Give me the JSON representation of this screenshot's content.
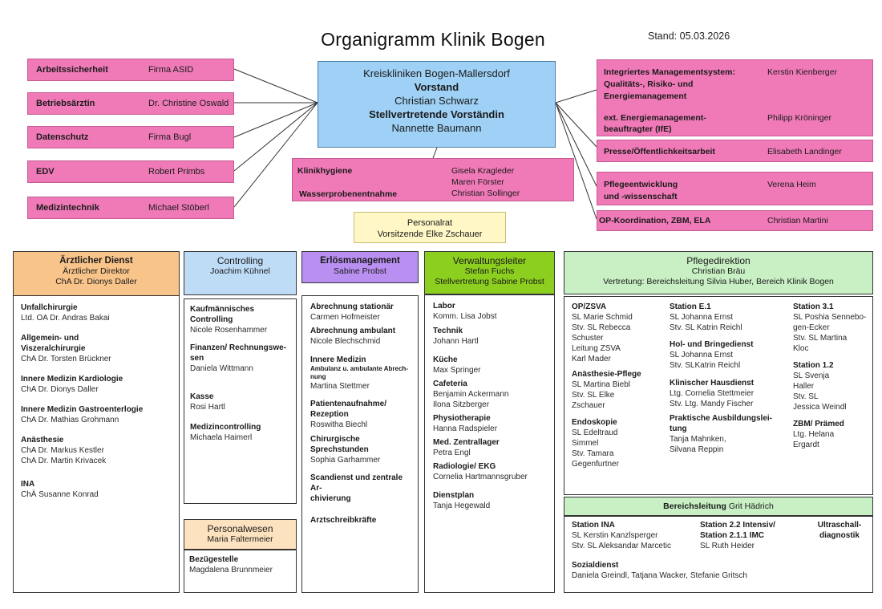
{
  "title": "Organigramm Klinik Bogen",
  "stand": "Stand: 05.03.2026",
  "left_boxes": [
    {
      "label": "Arbeitssicherheit",
      "name": "Firma ASID"
    },
    {
      "label": "Betriebsärztin",
      "name": "Dr. Christine Oswald"
    },
    {
      "label": "Datenschutz",
      "name": "Firma Bugl"
    },
    {
      "label": "EDV",
      "name": "Robert Primbs"
    },
    {
      "label": "Medizintechnik",
      "name": "Michael Stöberl"
    }
  ],
  "center": {
    "line1": "Kreiskliniken Bogen-Mallersdorf",
    "line2": "Vorstand",
    "line3": "Christian Schwarz",
    "line4": "Stellvertretende Vorständin",
    "line5": "Nannette Baumann"
  },
  "klinikhygiene": {
    "label1": "Klinikhygiene",
    "label2": "Wasserprobenentnahme",
    "name1": "Gisela Kragleder",
    "name2": "Maren Förster",
    "name3": "Christian Sollinger"
  },
  "personalrat": {
    "title": "Personalrat",
    "name": "Vorsitzende Elke Zschauer"
  },
  "right_boxes": {
    "ims_label": "Integriertes Managementsystem:",
    "ims_sub1": "Qualitäts-, Risiko- und",
    "ims_sub2": "Energiemanagement",
    "ims_name": "Kerstin Kienberger",
    "energie_label1": "ext. Energiemanagement-",
    "energie_label2": "beauftragter (IfE)",
    "energie_name": "Philipp Kröninger",
    "presse_label": "Presse/Öffentlichkeitsarbeit",
    "presse_name": "Elisabeth Landinger",
    "pflege_label1": "Pflegeentwicklung",
    "pflege_label2": "und -wissenschaft",
    "pflege_name": "Verena Heim",
    "op_label": "OP-Koordination, ZBM, ELA",
    "op_name": "Christian Martini"
  },
  "aerztlich": {
    "title": "Ärztlicher Dienst",
    "sub1": "Ärztlicher Direktor",
    "sub2": "ChA Dr. Dionys Daller",
    "sections": [
      {
        "h1": "Unfallchirurgie",
        "h2": "",
        "v1": "Ltd. OA Dr. Andras Bakai",
        "v2": ""
      },
      {
        "h1": "Allgemein- und",
        "h2": "Viszeralchirurgie",
        "v1": "ChA Dr. Torsten   Brückner",
        "v2": ""
      },
      {
        "h1": "Innere Medizin Kardiologie",
        "h2": "",
        "v1": "ChA Dr. Dionys Daller",
        "v2": ""
      },
      {
        "h1": "Innere Medizin Gastroenterlogie",
        "h2": "",
        "v1": "ChA Dr. Mathias Grohmann",
        "v2": ""
      },
      {
        "h1": "Anästhesie",
        "h2": "",
        "v1": "ChA Dr. Markus Kestler",
        "v2": "ChA Dr. Martin Krivacek"
      },
      {
        "h1": "INA",
        "h2": "",
        "v1": "ChÄ Susanne Konrad",
        "v2": ""
      }
    ]
  },
  "controlling": {
    "title": "Controlling",
    "name": "Joachim Kühnel",
    "s1h1": "Kaufmännisches",
    "s1h2": "Controlling",
    "s1v": "Nicole Rosenhammer",
    "s2h1": "Finanzen/ Rechnungswe-",
    "s2h2": "sen",
    "s2v": "Daniela Wittmann",
    "s3h": "Kasse",
    "s3v": "Rosi Hartl",
    "s4h": "Medizincontrolling",
    "s4v": "Michaela Haimerl"
  },
  "personalwesen": {
    "title": "Personalwesen",
    "name": "Maria Faltermeier",
    "sh": "Bezügestelle",
    "sv": "Magdalena Brunnmeier"
  },
  "erloes": {
    "title": "Erlösmanagement",
    "name": "Sabine Probst",
    "s1h": "Abrechnung stationär",
    "s1v": "Carmen Hofmeister",
    "s2h": "Abrechnung ambulant",
    "s2v": "Nicole Blechschmid",
    "s3h": "Innere Medizin",
    "s3s1": "Ambulanz u. ambulante Abrech-",
    "s3s2": "nung",
    "s3v": "Martina Stettmer",
    "s4h1": "Patientenaufnahme/",
    "s4h2": "Rezeption",
    "s4v": "Roswitha Biechl",
    "s5h1": "Chirurgische",
    "s5h2": "Sprechstunden",
    "s5v": "Sophia Garhammer",
    "s6h1": "Scandienst und zentrale Ar-",
    "s6h2": "chivierung",
    "s7h": "Arztschreibkräfte"
  },
  "verwaltung": {
    "title": "Verwaltungsleiter",
    "name": "Stefan Fuchs",
    "sub": "Stellvertretung Sabine Probst",
    "sections": [
      {
        "h": "Labor",
        "v": "Komm. Lisa Jobst",
        "v2": ""
      },
      {
        "h": "Technik",
        "v": "Johann Hartl",
        "v2": ""
      },
      {
        "h": "Küche",
        "v": "Max Springer",
        "v2": ""
      },
      {
        "h": "Cafeteria",
        "v": "Benjamin Ackermann",
        "v2": "Ilona Sitzberger"
      },
      {
        "h": "Physiotherapie",
        "v": "Hanna Radspieler",
        "v2": ""
      },
      {
        "h": "Med. Zentrallager",
        "v": "Petra Engl",
        "v2": ""
      },
      {
        "h": "Radiologie/ EKG",
        "v": "Cornelia Hartmannsgruber",
        "v2": ""
      },
      {
        "h": "Dienstplan",
        "v": "Tanja Hegewald",
        "v2": ""
      }
    ]
  },
  "pflege": {
    "title": "Pflegedirektion",
    "name": "Christian Bräu",
    "sub": "Vertretung: Bereichsleitung Silvia Huber, Bereich Klinik Bogen",
    "col1": {
      "s1h": "OP/ZSVA",
      "s1v1": "SL Marie Schmid",
      "s1v2": "Stv. SL Rebecca",
      "s1v3": "Schuster",
      "s1v4": "Leitung ZSVA",
      "s1v5": "Karl Mader",
      "s2h": "Anästhesie-Pflege",
      "s2v1": "SL Martina Biebl",
      "s2v2": "Stv. SL Elke",
      "s2v3": "Zschauer",
      "s3h": "Endoskopie",
      "s3v1": "SL Edeltraud",
      "s3v2": "Simmel",
      "s3v3": "Stv. Tamara",
      "s3v4": "Gegenfurtner"
    },
    "col2": {
      "s1h": "Station E.1",
      "s1v1": "SL Johanna Ernst",
      "s1v2": "Stv. SL Katrin Reichl",
      "s2h": "Hol- und Bringedienst",
      "s2v1": "SL Johanna Ernst",
      "s2v2": "Stv. SLKatrin Reichl",
      "s3h": "Klinischer Hausdienst",
      "s3v1": "Ltg. Cornelia Stettmeier",
      "s3v2": "Stv. Ltg. Mandy Fischer",
      "s4h1": "Praktische Ausbildungslei-",
      "s4h2": "tung",
      "s4v1": "Tanja Mahnken,",
      "s4v2": "Silvana Reppin"
    },
    "col3": {
      "s1h": "Station 3.1",
      "s1v1": "SL Poshia Sennebo-",
      "s1v2": "gen-Ecker",
      "s1v3": "Stv. SL Martina",
      "s1v4": "Kloc",
      "s2h": "Station 1.2",
      "s2v1": "SL Svenja",
      "s2v2": "Haller",
      "s2v3": "Stv. SL",
      "s2v4": "Jessica Weindl",
      "s3h": "ZBM/ Prämed",
      "s3v1": "Ltg. Helana",
      "s3v2": "Ergardt"
    },
    "bereich_label": "Bereichsleitung",
    "bereich_name": "Grit Hädrich",
    "ina_h": "Station INA",
    "ina_v1": "SL Kerstin Kanzlsperger",
    "ina_v2": "Stv. SL Aleksandar Marcetic",
    "st22_h1": "Station 2.2 Intensiv/",
    "st22_h2": "Station 2.1.1 IMC",
    "st22_v": "SL Ruth Heider",
    "ultra1": "Ultraschall-",
    "ultra2": "diagnostik",
    "sozial_h": "Sozialdienst",
    "sozial_v": "Daniela Greindl, Tatjana Wacker, Stefanie Gritsch"
  },
  "colors": {
    "pink": "#f07ab8",
    "blue": "#9fd0f5",
    "yellow": "#fff8c6",
    "orange": "#f9c48a",
    "lightblue": "#bfdcf7",
    "purple": "#b990f2",
    "green": "#8ccf1f",
    "lightgreen": "#c8f0c4",
    "peach": "#fde2bf"
  }
}
